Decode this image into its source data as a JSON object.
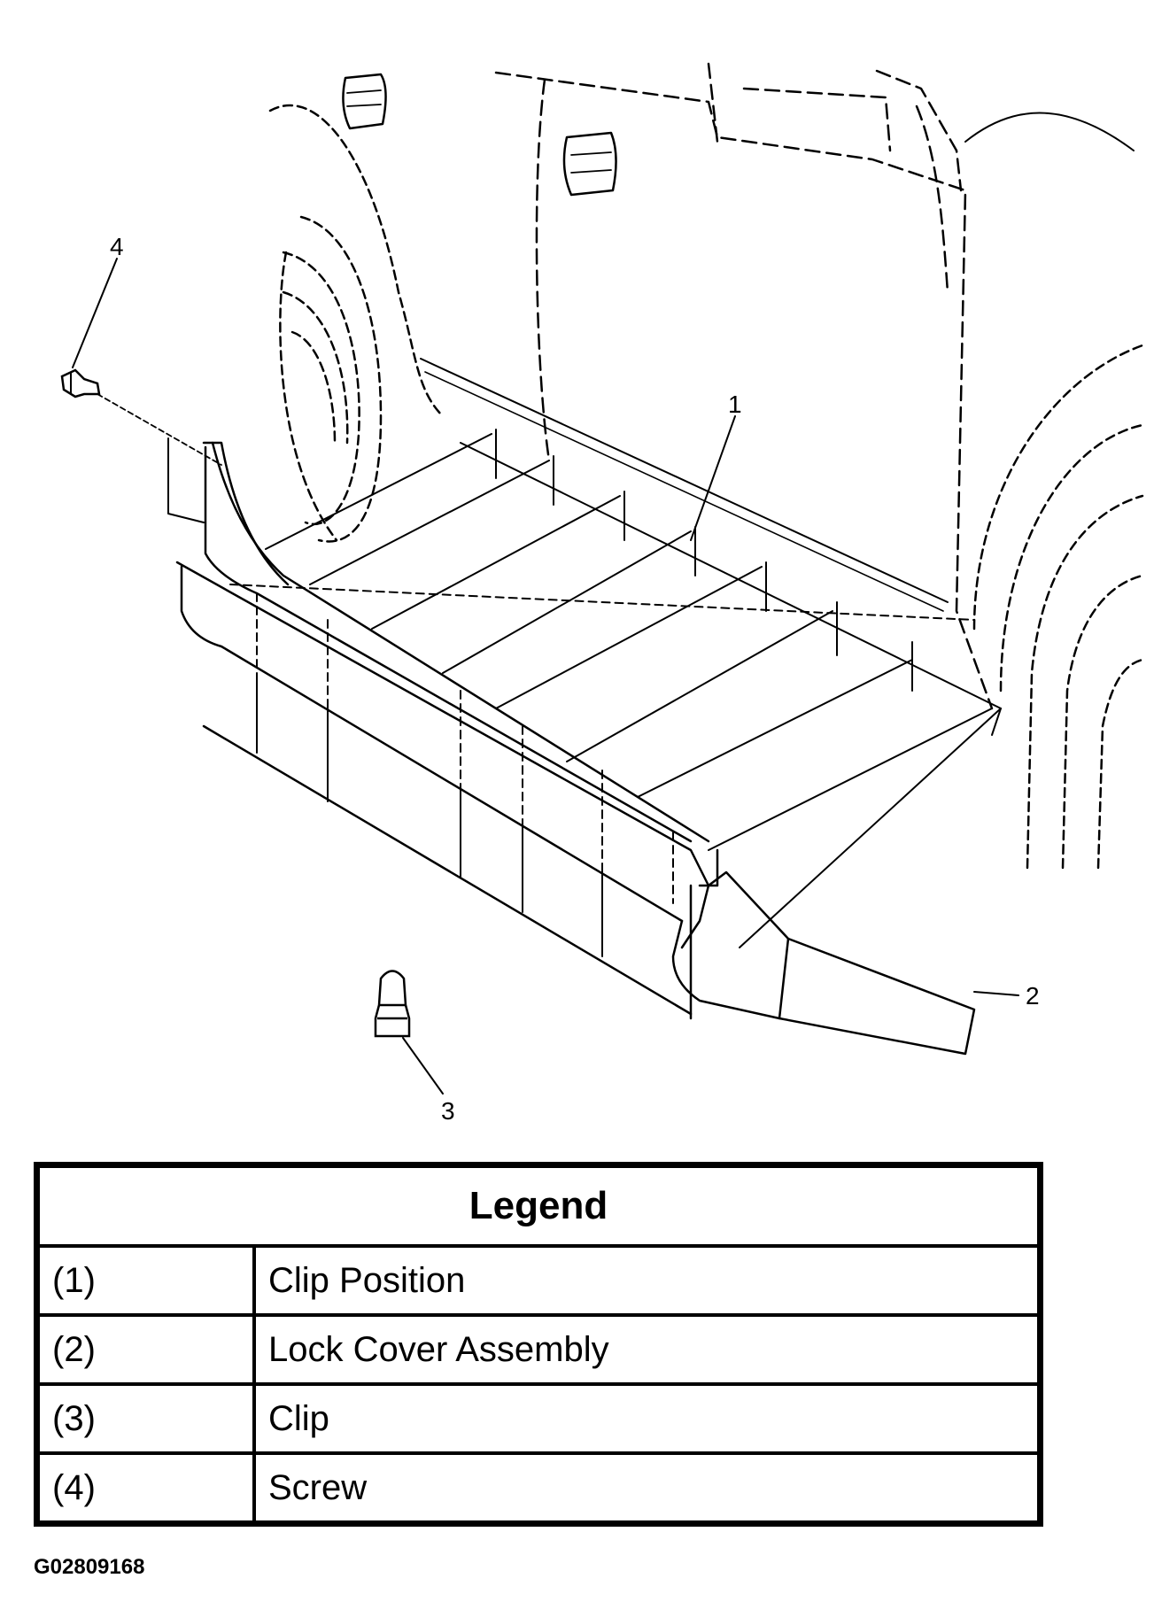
{
  "callouts": {
    "c1": "1",
    "c2": "2",
    "c3": "3",
    "c4": "4"
  },
  "legend": {
    "title": "Legend",
    "rows": [
      {
        "key": "(1)",
        "label": "Clip Position"
      },
      {
        "key": "(2)",
        "label": "Lock Cover Assembly"
      },
      {
        "key": "(3)",
        "label": "Clip"
      },
      {
        "key": "(4)",
        "label": "Screw"
      }
    ]
  },
  "figure_id": "G02809168"
}
